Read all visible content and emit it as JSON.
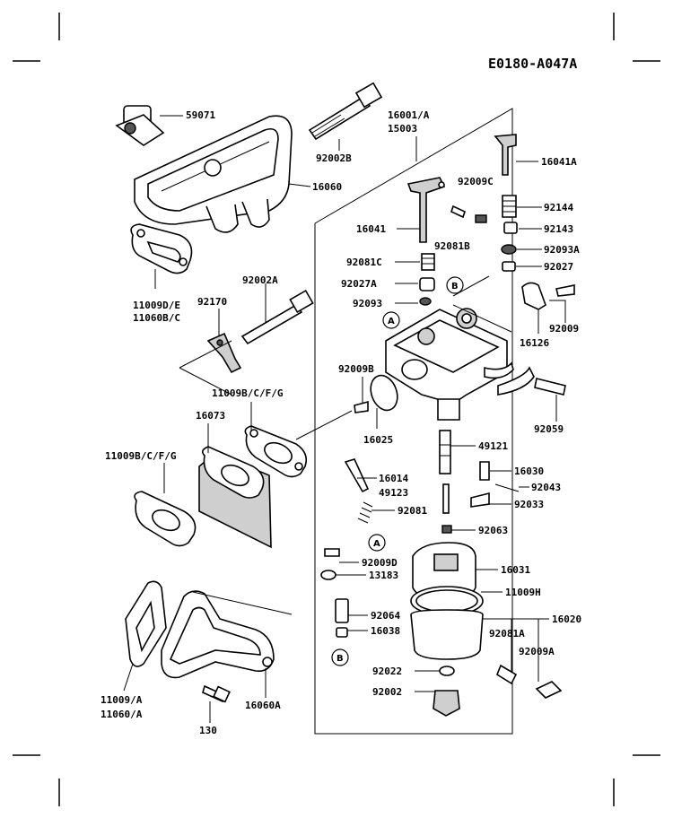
{
  "drawing_code": "E0180-A047A",
  "callouts": {
    "A": "A",
    "B": "B"
  },
  "parts": [
    {
      "id": "p59071",
      "text": "59071"
    },
    {
      "id": "p92002B",
      "text": "92002B"
    },
    {
      "id": "p16060",
      "text": "16060"
    },
    {
      "id": "p16001A",
      "text": "16001/A"
    },
    {
      "id": "p15003",
      "text": "15003"
    },
    {
      "id": "p16041A",
      "text": "16041A"
    },
    {
      "id": "p92009C",
      "text": "92009C"
    },
    {
      "id": "p92144",
      "text": "92144"
    },
    {
      "id": "p16041",
      "text": "16041"
    },
    {
      "id": "p92081B",
      "text": "92081B"
    },
    {
      "id": "p92143",
      "text": "92143"
    },
    {
      "id": "p92093A",
      "text": "92093A"
    },
    {
      "id": "p92081C",
      "text": "92081C"
    },
    {
      "id": "p92027",
      "text": "92027"
    },
    {
      "id": "p92027A",
      "text": "92027A"
    },
    {
      "id": "p92093",
      "text": "92093"
    },
    {
      "id": "p92009",
      "text": "92009"
    },
    {
      "id": "p11009DE",
      "text": "11009D/E"
    },
    {
      "id": "p11060BC",
      "text": "11060B/C"
    },
    {
      "id": "p92002A",
      "text": "92002A"
    },
    {
      "id": "p92170",
      "text": "92170"
    },
    {
      "id": "p16126",
      "text": "16126"
    },
    {
      "id": "p92009B",
      "text": "92009B"
    },
    {
      "id": "p11009BCFG_a",
      "text": "11009B/C/F/G"
    },
    {
      "id": "p16073",
      "text": "16073"
    },
    {
      "id": "p16025",
      "text": "16025"
    },
    {
      "id": "p92059",
      "text": "92059"
    },
    {
      "id": "p49121",
      "text": "49121"
    },
    {
      "id": "p11009BCFG_b",
      "text": "11009B/C/F/G"
    },
    {
      "id": "p16014",
      "text": "16014"
    },
    {
      "id": "p16030",
      "text": "16030"
    },
    {
      "id": "p49123",
      "text": "49123"
    },
    {
      "id": "p92043",
      "text": "92043"
    },
    {
      "id": "p92081",
      "text": "92081"
    },
    {
      "id": "p92033",
      "text": "92033"
    },
    {
      "id": "p92063",
      "text": "92063"
    },
    {
      "id": "p92009D",
      "text": "92009D"
    },
    {
      "id": "p13183",
      "text": "13183"
    },
    {
      "id": "p16031",
      "text": "16031"
    },
    {
      "id": "p11009H",
      "text": "11009H"
    },
    {
      "id": "p92064",
      "text": "92064"
    },
    {
      "id": "p16020",
      "text": "16020"
    },
    {
      "id": "p16038",
      "text": "16038"
    },
    {
      "id": "p92081A",
      "text": "92081A"
    },
    {
      "id": "p92009A",
      "text": "92009A"
    },
    {
      "id": "p92022",
      "text": "92022"
    },
    {
      "id": "p92002",
      "text": "92002"
    },
    {
      "id": "p11009A",
      "text": "11009/A"
    },
    {
      "id": "p11060A",
      "text": "11060/A"
    },
    {
      "id": "p16060A",
      "text": "16060A"
    },
    {
      "id": "p130",
      "text": "130"
    }
  ]
}
